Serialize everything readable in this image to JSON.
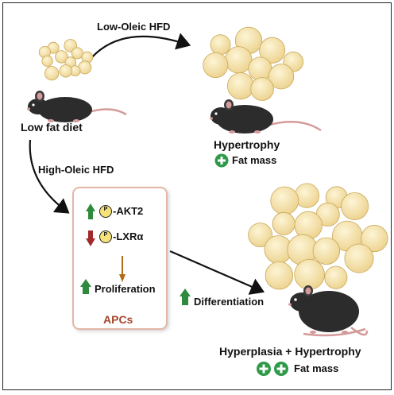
{
  "top_pathway_label": "Low-Oleic HFD",
  "start_label": "Low fat diet",
  "branch_label": "High-Oleic HFD",
  "outcome_top": {
    "title": "Hypertrophy",
    "effect_label": "Fat mass"
  },
  "apc_box": {
    "akt2_label": "-AKT2",
    "lxr_label": "-LXRα",
    "phospho_symbol": "P",
    "proliferation_label": "Proliferation",
    "title": "APCs"
  },
  "differentiation_label": "Differentiation",
  "outcome_bottom": {
    "title": "Hyperplasia + Hypertrophy",
    "effect_label": "Fat mass"
  },
  "colors": {
    "up_arrow": "#2e8b3e",
    "down_arrow": "#a12a2a",
    "plus_badge": "#2e9a48",
    "apc_box_border": "#e3b7a6",
    "apc_title": "#a5462b",
    "adipocyte_fill": "#f6e3a8",
    "mouse_body": "#2c2c2c",
    "mouse_tail": "#d59a9a",
    "phospho_fill": "#f6e27a"
  }
}
